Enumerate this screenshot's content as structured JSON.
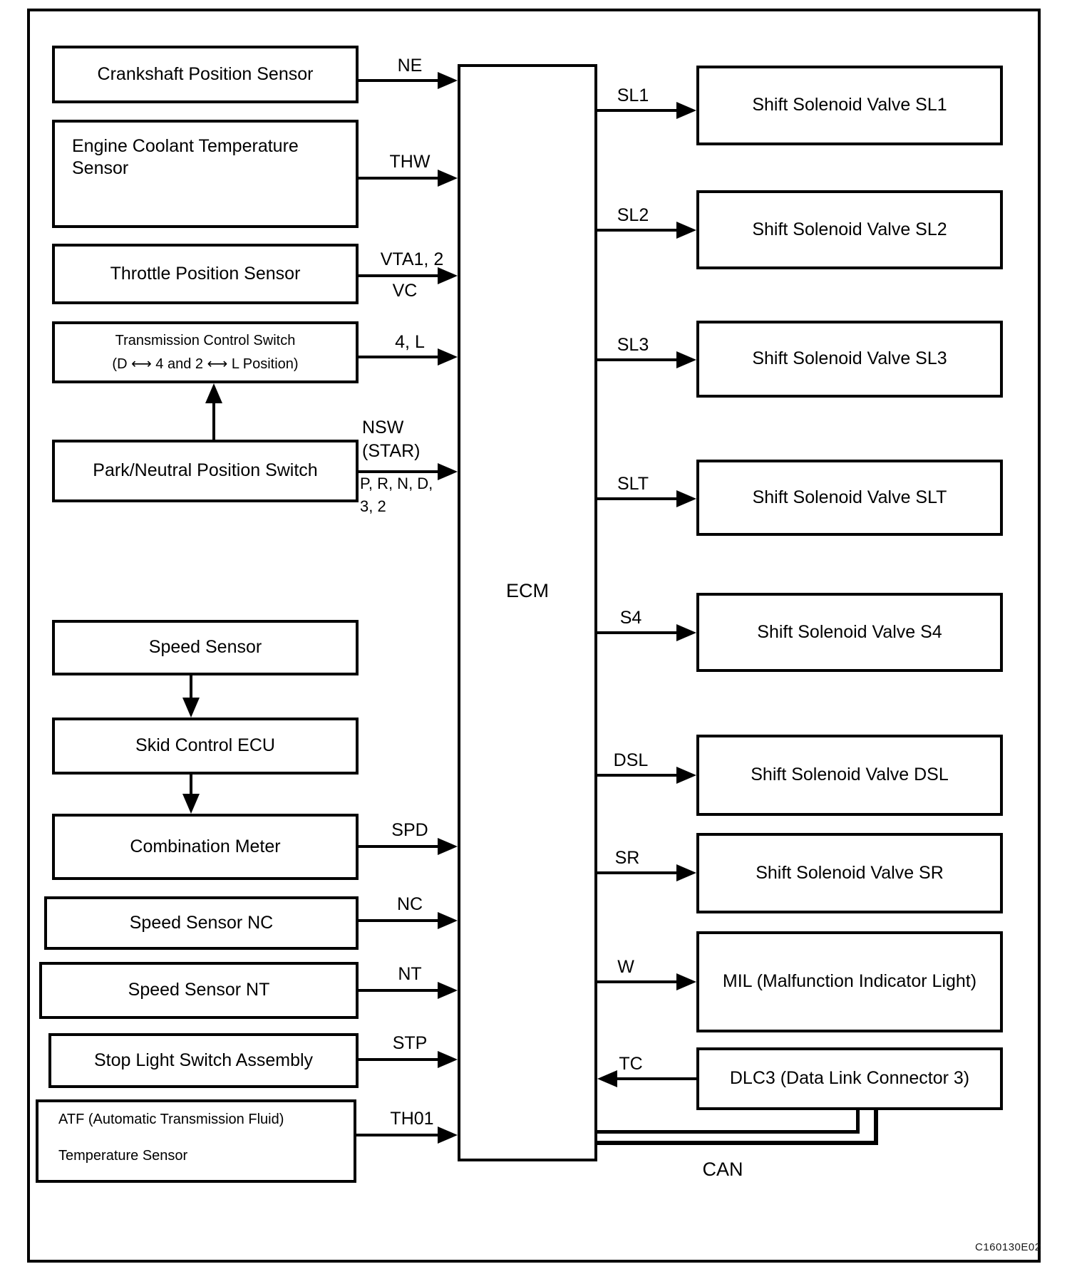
{
  "sensors": {
    "crankshaft": {
      "label": "Crankshaft Position Sensor",
      "signal": "NE"
    },
    "coolant": {
      "line1": "Engine Coolant Temperature",
      "line2": "Sensor",
      "signal": "THW"
    },
    "throttle": {
      "label": "Throttle Position Sensor",
      "signal_top": "VTA1, 2",
      "signal_bottom": "VC"
    },
    "transmission_control": {
      "line1": "Transmission Control Switch",
      "line2": "(D ⟷ 4 and 2 ⟷ L Position)",
      "signal": "4, L"
    },
    "park_neutral": {
      "label": "Park/Neutral Position Switch",
      "signal_line1": "NSW",
      "signal_line2": "(STAR)",
      "positions_line1": "P, R, N, D,",
      "positions_line2": "3, 2"
    },
    "speed": {
      "label": "Speed Sensor"
    },
    "skid_control_ecu": {
      "label": "Skid Control ECU"
    },
    "combination_meter": {
      "label": "Combination Meter",
      "signal": "SPD"
    },
    "speed_nc": {
      "label": "Speed Sensor NC",
      "signal": "NC"
    },
    "speed_nt": {
      "label": "Speed Sensor NT",
      "signal": "NT"
    },
    "stop_light": {
      "label": "Stop Light Switch Assembly",
      "signal": "STP"
    },
    "atf": {
      "line1": "ATF (Automatic Transmission Fluid)",
      "line2": "Temperature Sensor",
      "signal": "TH01"
    }
  },
  "ecm": {
    "label": "ECM"
  },
  "actuators": {
    "sl1": {
      "label": "Shift Solenoid Valve SL1",
      "signal": "SL1"
    },
    "sl2": {
      "label": "Shift Solenoid Valve SL2",
      "signal": "SL2"
    },
    "sl3": {
      "label": "Shift Solenoid Valve SL3",
      "signal": "SL3"
    },
    "slt": {
      "label": "Shift Solenoid Valve SLT",
      "signal": "SLT"
    },
    "s4": {
      "label": "Shift Solenoid Valve S4",
      "signal": "S4"
    },
    "dsl": {
      "label": "Shift Solenoid Valve DSL",
      "signal": "DSL"
    },
    "sr": {
      "label": "Shift Solenoid Valve SR",
      "signal": "SR"
    },
    "mil": {
      "label": "MIL (Malfunction Indicator Light)",
      "signal": "W"
    },
    "dlc3": {
      "label": "DLC3 (Data Link Connector 3)",
      "signal": "TC"
    }
  },
  "bus": {
    "can_label": "CAN"
  },
  "footer": {
    "figure_code": "C160130E02"
  }
}
